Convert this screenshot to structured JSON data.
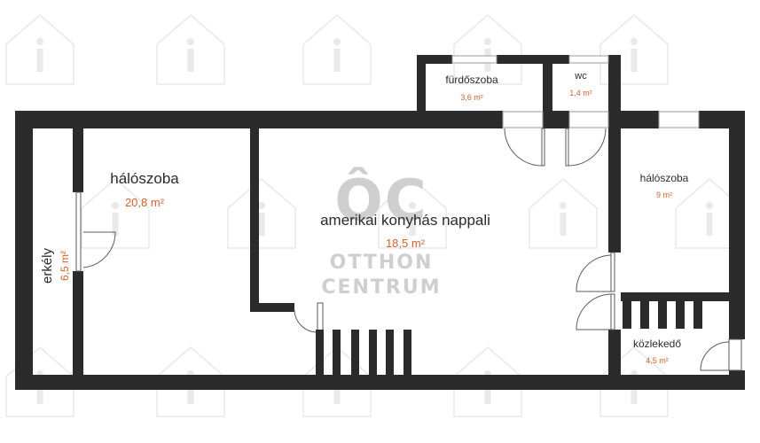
{
  "rooms": {
    "haloszoba_left": {
      "name": "hálószoba",
      "area": "20,8 m²"
    },
    "nappali": {
      "name": "amerikai konyhás nappali",
      "area": "18,5 m²"
    },
    "furdoszoba": {
      "name": "fürdőszoba",
      "area": "3,6 m²"
    },
    "wc": {
      "name": "wc",
      "area": "1,4 m²"
    },
    "haloszoba_right": {
      "name": "hálószoba",
      "area": "9 m²"
    },
    "kozlekedo": {
      "name": "közlekedő",
      "area": "4,5 m²"
    },
    "erkely": {
      "name": "erkély",
      "area": "6,5 m²"
    }
  },
  "logo": {
    "monogram": "ÔC",
    "line1": "OTTHON",
    "line2": "CENTRUM"
  },
  "colors": {
    "wall": "#2b2b2b",
    "area_text": "#d2622a",
    "label_text": "#2a2a2a",
    "watermark": "#e9e9e9"
  }
}
